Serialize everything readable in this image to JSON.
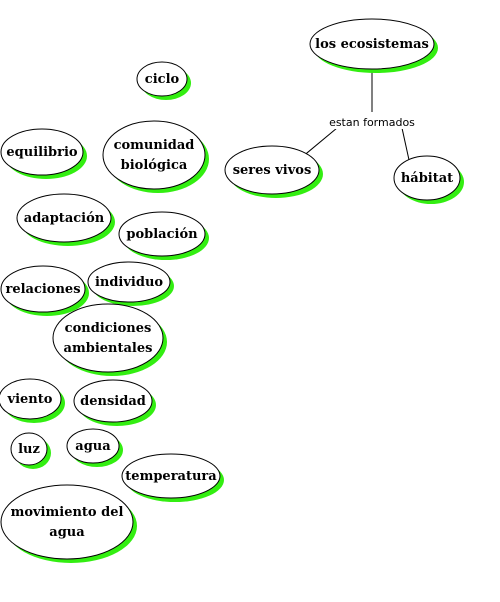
{
  "diagram": {
    "colors": {
      "node_fill": "#ffffff",
      "node_stroke": "#000000",
      "shadow": "#33ee11",
      "line": "#000000"
    },
    "nodes": [
      {
        "id": "los-ecosistemas",
        "lines": [
          "los ecosistemas"
        ]
      },
      {
        "id": "seres-vivos",
        "lines": [
          "seres vivos"
        ]
      },
      {
        "id": "habitat",
        "lines": [
          "hábitat"
        ]
      },
      {
        "id": "ciclo",
        "lines": [
          "ciclo"
        ]
      },
      {
        "id": "equilibrio",
        "lines": [
          "equilibrio"
        ]
      },
      {
        "id": "comunidad-biologica",
        "lines": [
          "comunidad",
          "biológica"
        ]
      },
      {
        "id": "adaptacion",
        "lines": [
          "adaptación"
        ]
      },
      {
        "id": "poblacion",
        "lines": [
          "población"
        ]
      },
      {
        "id": "relaciones",
        "lines": [
          "relaciones"
        ]
      },
      {
        "id": "individuo",
        "lines": [
          "individuo"
        ]
      },
      {
        "id": "condiciones-ambientales",
        "lines": [
          "condiciones",
          "ambientales"
        ]
      },
      {
        "id": "viento",
        "lines": [
          "viento"
        ]
      },
      {
        "id": "densidad",
        "lines": [
          "densidad"
        ]
      },
      {
        "id": "luz",
        "lines": [
          "luz"
        ]
      },
      {
        "id": "agua",
        "lines": [
          "agua"
        ]
      },
      {
        "id": "temperatura",
        "lines": [
          "temperatura"
        ]
      },
      {
        "id": "movimiento-del-agua",
        "lines": [
          "movimiento del",
          "agua"
        ]
      }
    ],
    "links": [
      {
        "id": "estan-formados",
        "label": "estan formados",
        "from": "los-ecosistemas",
        "to": [
          "seres-vivos",
          "habitat"
        ]
      }
    ]
  }
}
